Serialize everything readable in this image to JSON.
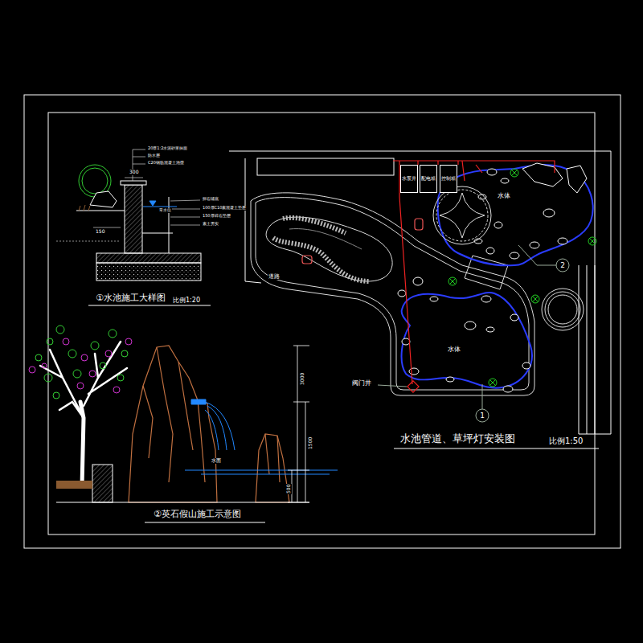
{
  "diagram": {
    "nodes": [
      {
        "text": [
          "水泵井"
        ]
      },
      {
        "text": [
          "配电箱"
        ]
      },
      {
        "text": [
          "控制箱"
        ]
      }
    ],
    "labels": [
      "①水池施工大样图",
      "比例1:20",
      "②英石假山施工示意图",
      "水池管道、草坪灯安装图",
      "比例1:50",
      "水体",
      "水体",
      "阀门井",
      "道路",
      "1",
      "2",
      "300",
      "150",
      "20厚1:2水泥砂浆抹面",
      "防水层",
      "C20钢筋混凝土池壁",
      "常水位",
      "卵石铺底",
      "100厚C10素混凝土垫层",
      "150厚碎石垫层",
      "素土夯实",
      "水面",
      "3000",
      "1500",
      "500"
    ]
  }
}
